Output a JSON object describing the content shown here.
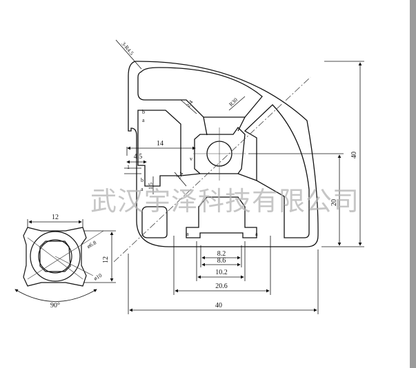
{
  "watermark": "武汉宇泽科技有限公司",
  "profile": {
    "dims": {
      "overall_width": "40",
      "overall_height": "40",
      "slot_height": "20",
      "offset_14": "14",
      "offset_4_5": "4.5",
      "small_1": "1",
      "small_1_5": "1.5",
      "slot_8_2": "8.2",
      "slot_8_6": "8.6",
      "slot_10_2": "10.2",
      "slot_20_6": "20.6",
      "wall_a": "2.4",
      "wall_b": "2.4",
      "radius": "R30",
      "corner_radius": "3-R4.5",
      "letter_v": "v"
    },
    "labels": [
      "b",
      "a",
      "b",
      "a",
      "a",
      "a"
    ]
  },
  "section": {
    "dims": {
      "width": "12",
      "height": "12",
      "hole": "ø6.8",
      "bore": "ø10",
      "angle": "90°"
    }
  },
  "colors": {
    "line": "#111111",
    "center_line": "#444444",
    "watermark": "#b4b4b4",
    "edge": "#9b9b9b"
  }
}
